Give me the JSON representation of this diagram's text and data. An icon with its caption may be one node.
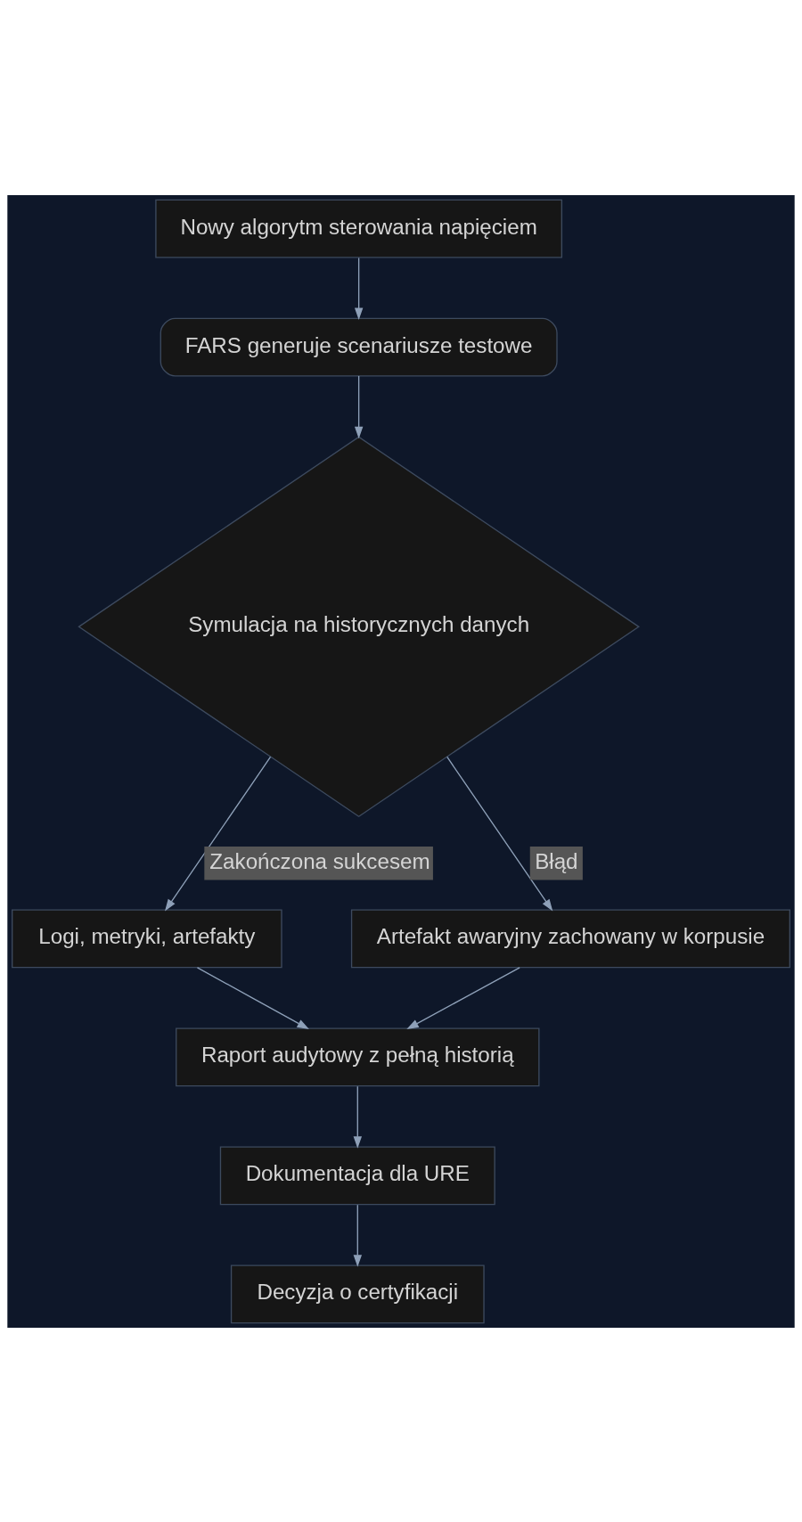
{
  "diagram": {
    "nodes": [
      {
        "text": [
          "Nowy algorytm sterowania napięciem"
        ]
      },
      {
        "text": [
          "FARS generuje scenariusze testowe"
        ]
      },
      {
        "text": [
          "Symulacja na historycznych danych"
        ]
      },
      {
        "text": [
          "Logi, metryki, artefakty"
        ]
      },
      {
        "text": [
          "Artefakt awaryjny zachowany w korpusie"
        ]
      },
      {
        "text": [
          "Raport audytowy z pełną historią"
        ]
      },
      {
        "text": [
          "Dokumentacja dla URE"
        ]
      },
      {
        "text": [
          "Decyzja o certyfikacji"
        ]
      }
    ],
    "edges": [
      {
        "from": 0,
        "to": 1,
        "arrow": "to"
      },
      {
        "from": 1,
        "to": 2,
        "arrow": "to"
      },
      {
        "from": 2,
        "to": 3,
        "arrow": "to",
        "label": "Zakończona sukcesem"
      },
      {
        "from": 2,
        "to": 4,
        "arrow": "to",
        "label": "Błąd"
      },
      {
        "from": 3,
        "to": 5,
        "arrow": "to"
      },
      {
        "from": 4,
        "to": 5,
        "arrow": "to"
      },
      {
        "from": 5,
        "to": 6,
        "arrow": "to"
      },
      {
        "from": 6,
        "to": 7,
        "arrow": "to"
      }
    ]
  }
}
